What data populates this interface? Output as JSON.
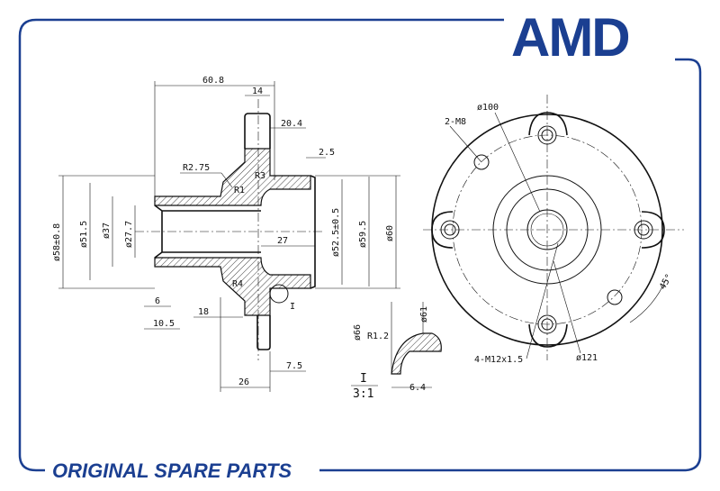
{
  "brand": {
    "logo": "AMD",
    "footer": "ORIGINAL SPARE PARTS",
    "color": "#1b3f91"
  },
  "side_view": {
    "dims": {
      "d608": "60.8",
      "d14": "14",
      "d204": "20.4",
      "d25": "2.5",
      "r275": "R2.75",
      "r3": "R3",
      "r1": "R1",
      "dia58": "ø58±0.8",
      "dia515": "ø51.5",
      "dia37": "ø37",
      "dia277": "ø27.7",
      "d27": "27",
      "dia525": "ø52.5±0.5",
      "dia595": "ø59.5",
      "dia60": "ø60",
      "r4": "R4",
      "d6": "6",
      "d105": "10.5",
      "d18": "18",
      "d75": "7.5",
      "d26": "26",
      "detail_ref": "I"
    }
  },
  "detail": {
    "dia66": "ø66",
    "r12": "R1.2",
    "dia61": "ø61",
    "label": "I",
    "scale": "3:1",
    "d64": "6.4"
  },
  "front_view": {
    "dia100": "ø100",
    "m8": "2-M8",
    "m12": "4-M12x1.5",
    "dia121": "ø121",
    "angle": "45°"
  }
}
